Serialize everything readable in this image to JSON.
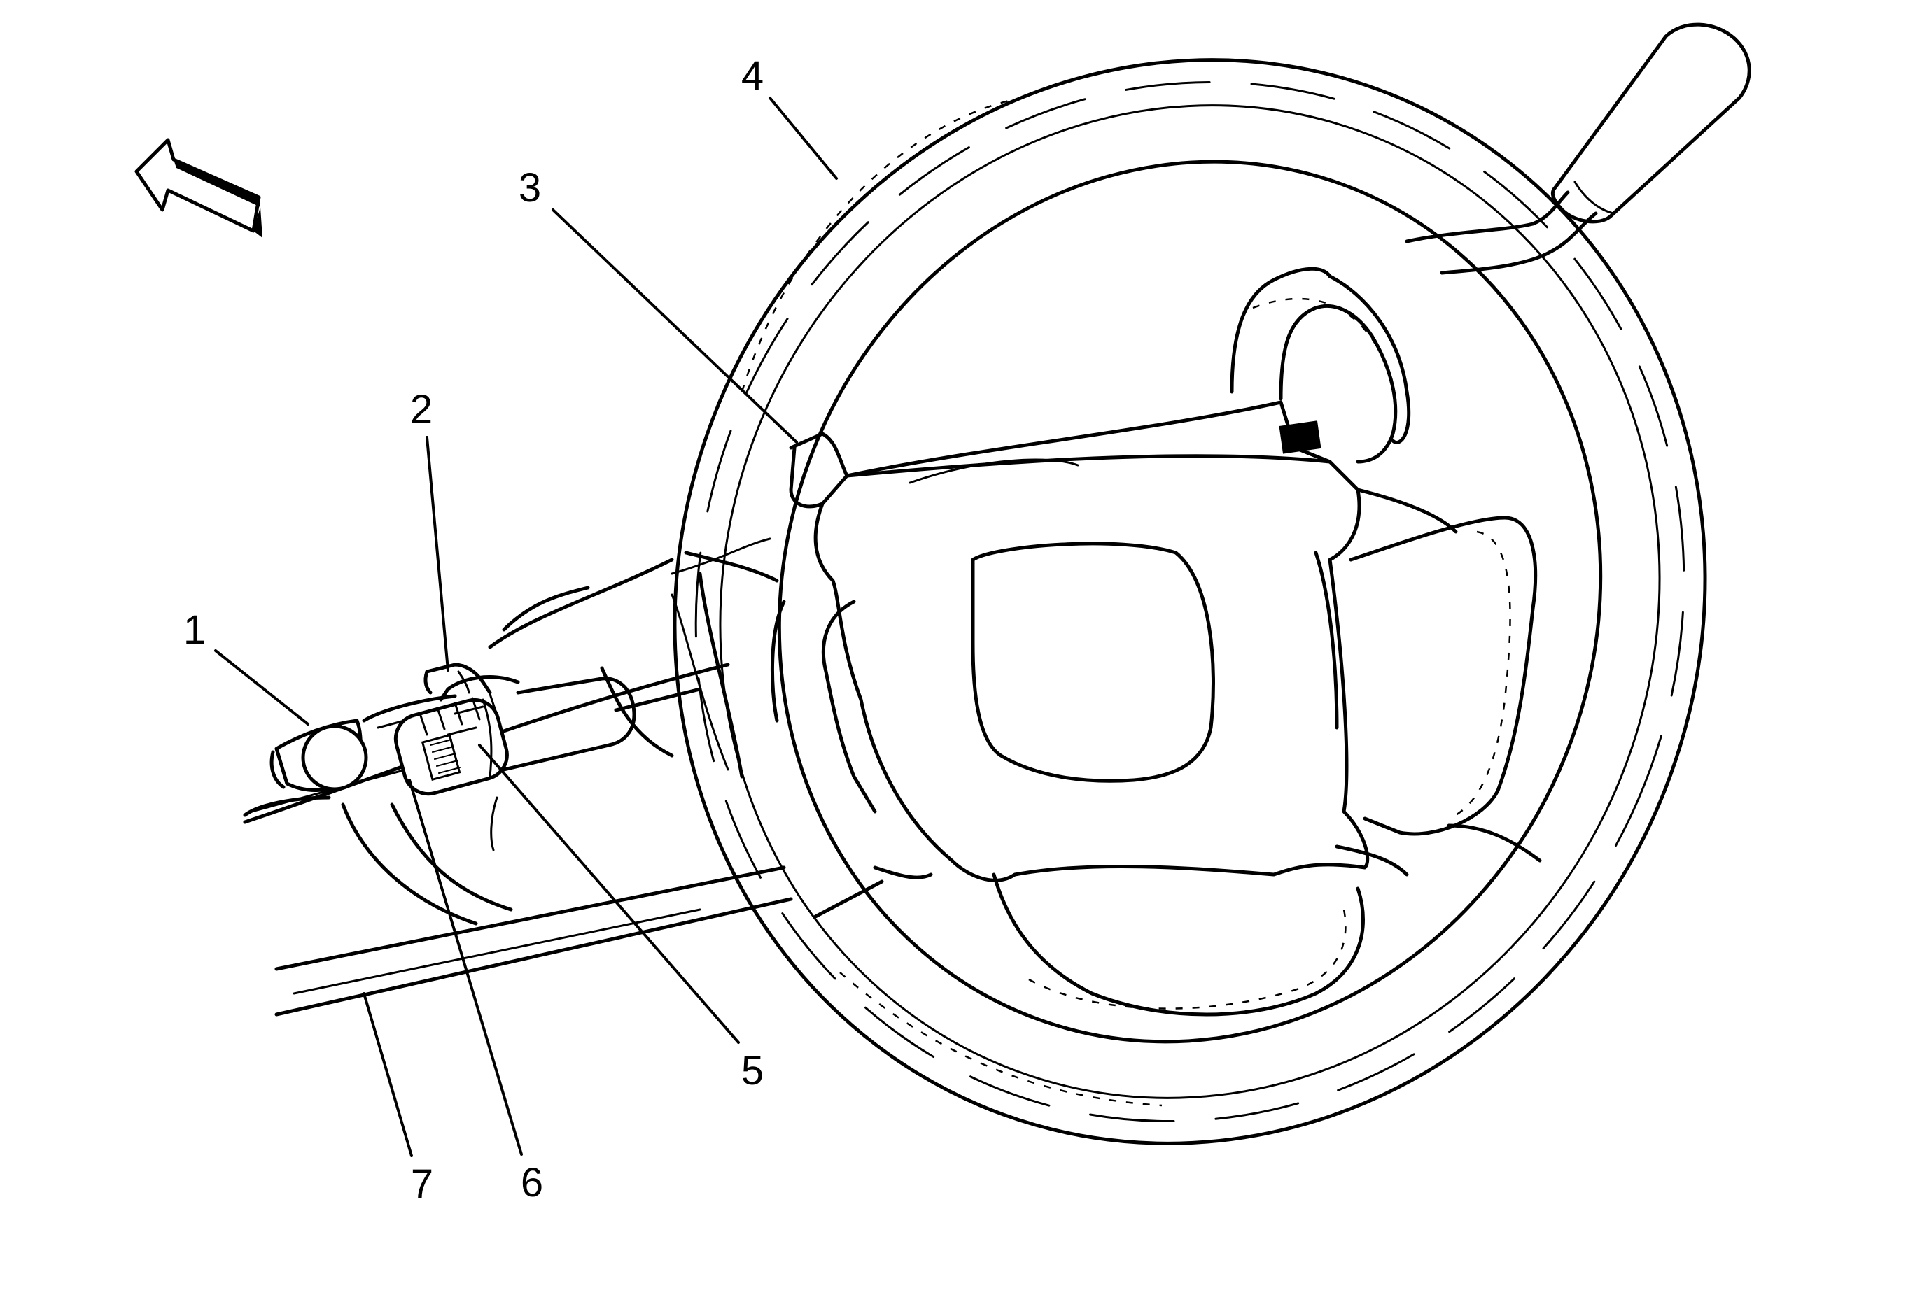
{
  "figure": {
    "direction_indicator": "forward-arrow",
    "callouts": [
      {
        "id": "callout-1",
        "label": "1"
      },
      {
        "id": "callout-2",
        "label": "2"
      },
      {
        "id": "callout-3",
        "label": "3"
      },
      {
        "id": "callout-4",
        "label": "4"
      },
      {
        "id": "callout-5",
        "label": "5"
      },
      {
        "id": "callout-6",
        "label": "6"
      },
      {
        "id": "callout-7",
        "label": "7"
      }
    ]
  }
}
